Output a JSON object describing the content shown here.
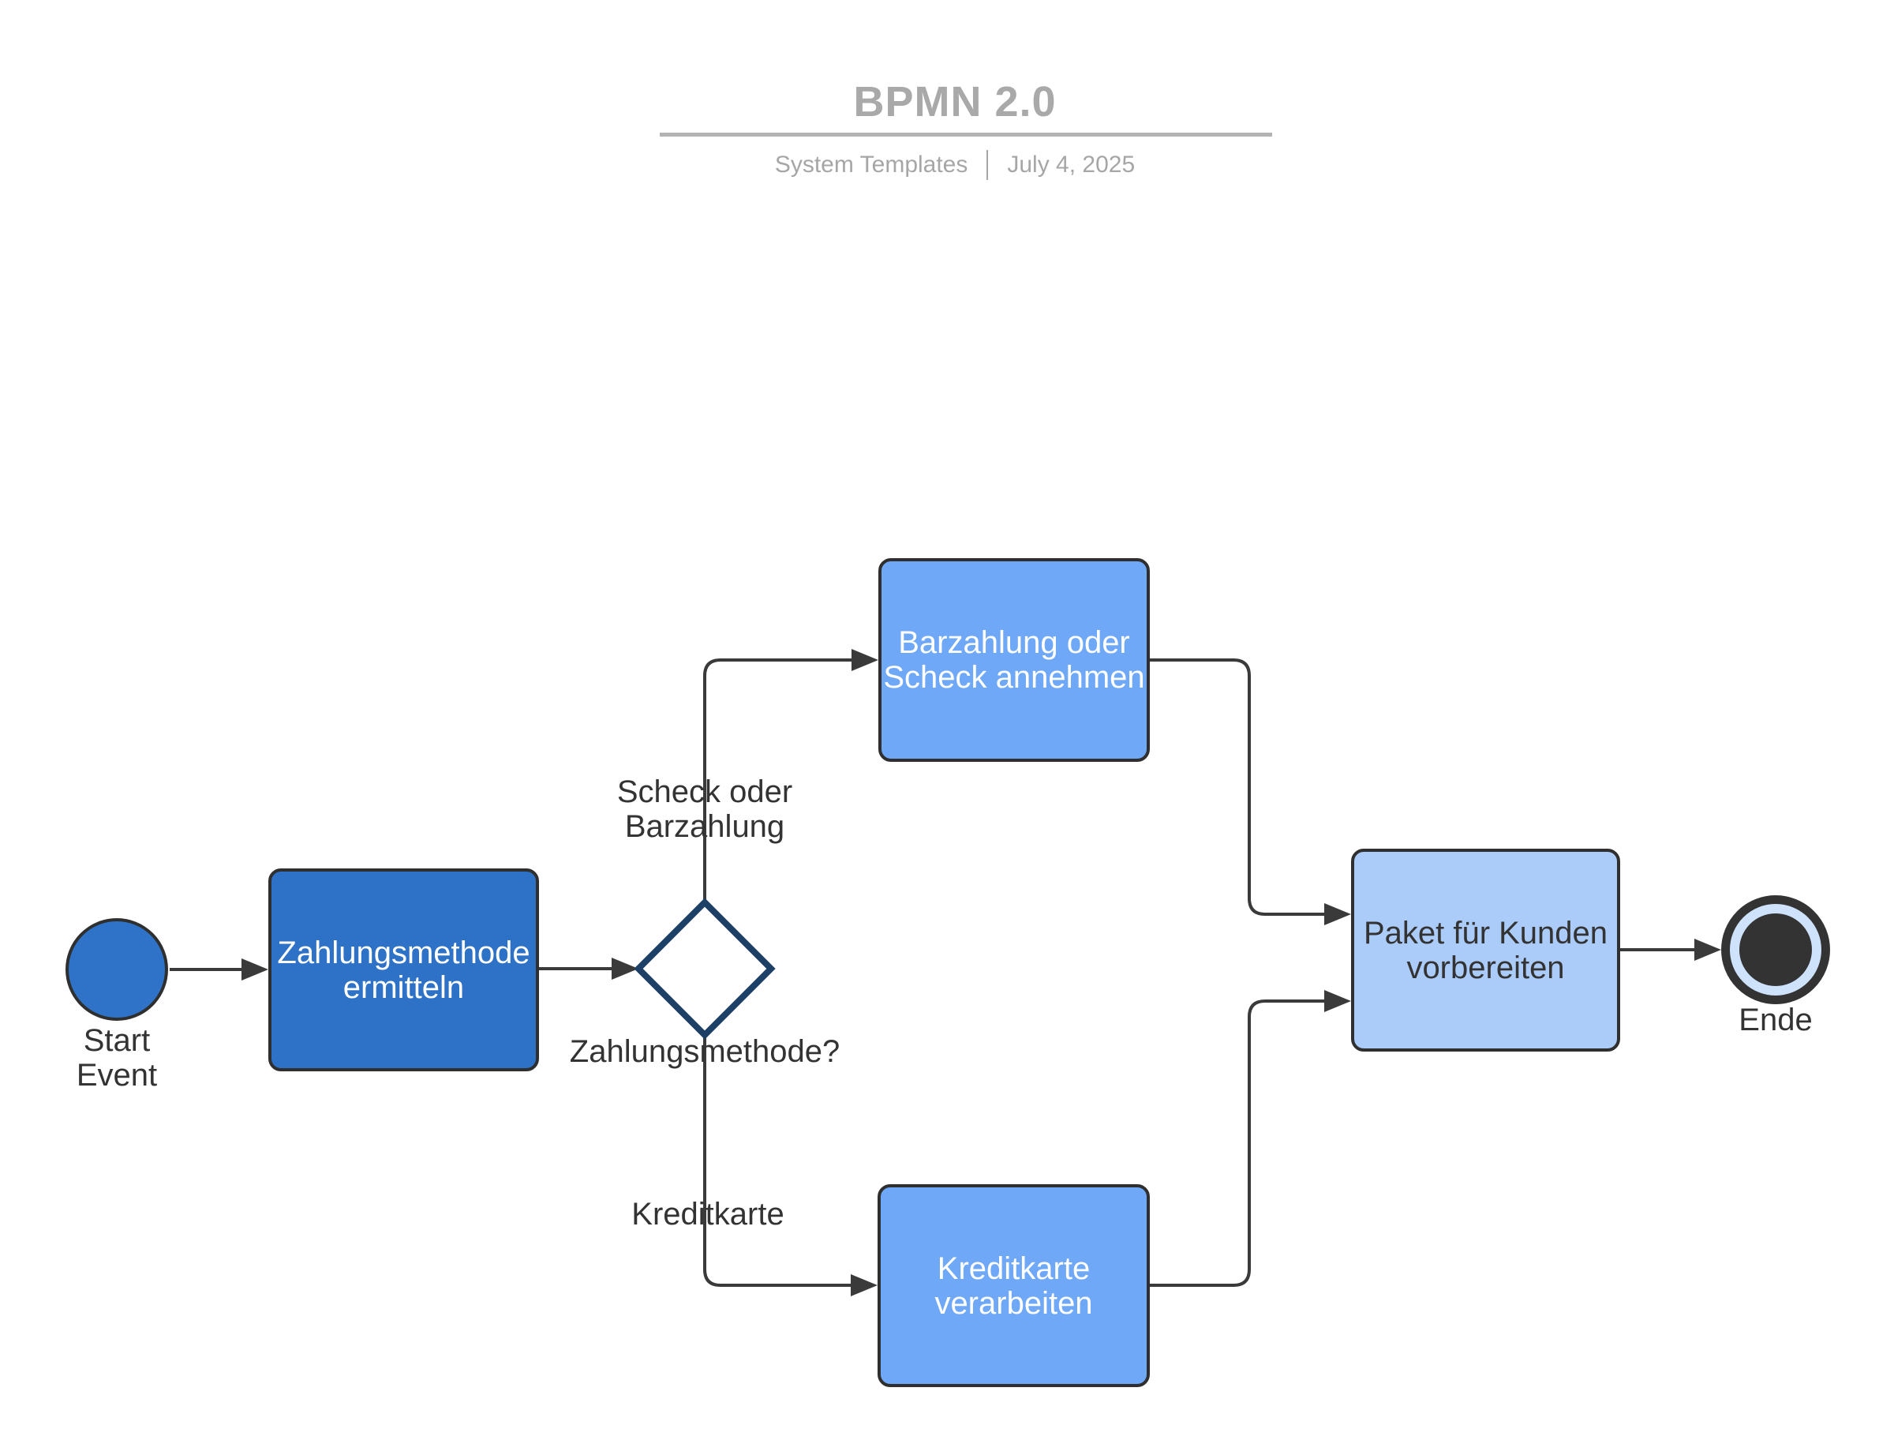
{
  "header": {
    "title": "BPMN 2.0",
    "subtitle": {
      "left": "System Templates",
      "right": "July 4, 2025"
    }
  },
  "colors": {
    "canvas_bg": "#ffffff",
    "title_text": "#a9a9a9",
    "title_rule": "#b3b3b3",
    "subtitle_text": "#a6a6a6",
    "node_border": "#2f2f2f",
    "edge_stroke": "#3a3a3a",
    "label_text": "#333333",
    "start_fill": "#2e73c8",
    "task_primary_fill": "#2d72c7",
    "task_branch_fill": "#6fa8f6",
    "task_merge_fill": "#abcbf8",
    "task_primary_text": "#ffffff",
    "task_merge_text": "#333333",
    "gateway_fill": "#ffffff",
    "gateway_stroke": "#1e3f66",
    "end_ring_fill": "#cfe2fc",
    "end_core_fill": "#333333"
  },
  "diagram": {
    "start_event": {
      "label": "Start Event"
    },
    "task_determine_payment": {
      "label": "Zahlungsmethode ermitteln"
    },
    "gateway_payment_method": {
      "label": "Zahlungsmethode?"
    },
    "flow_check_cash": {
      "label": "Scheck oder Barzahlung"
    },
    "flow_credit_card": {
      "label": "Kreditkarte"
    },
    "task_accept_cash_check": {
      "label": "Barzahlung oder Scheck annehmen"
    },
    "task_process_credit_card": {
      "label": "Kreditkarte verarbeiten"
    },
    "task_prepare_package": {
      "label": "Paket für Kunden vorbereiten"
    },
    "end_event": {
      "label": "Ende"
    }
  }
}
